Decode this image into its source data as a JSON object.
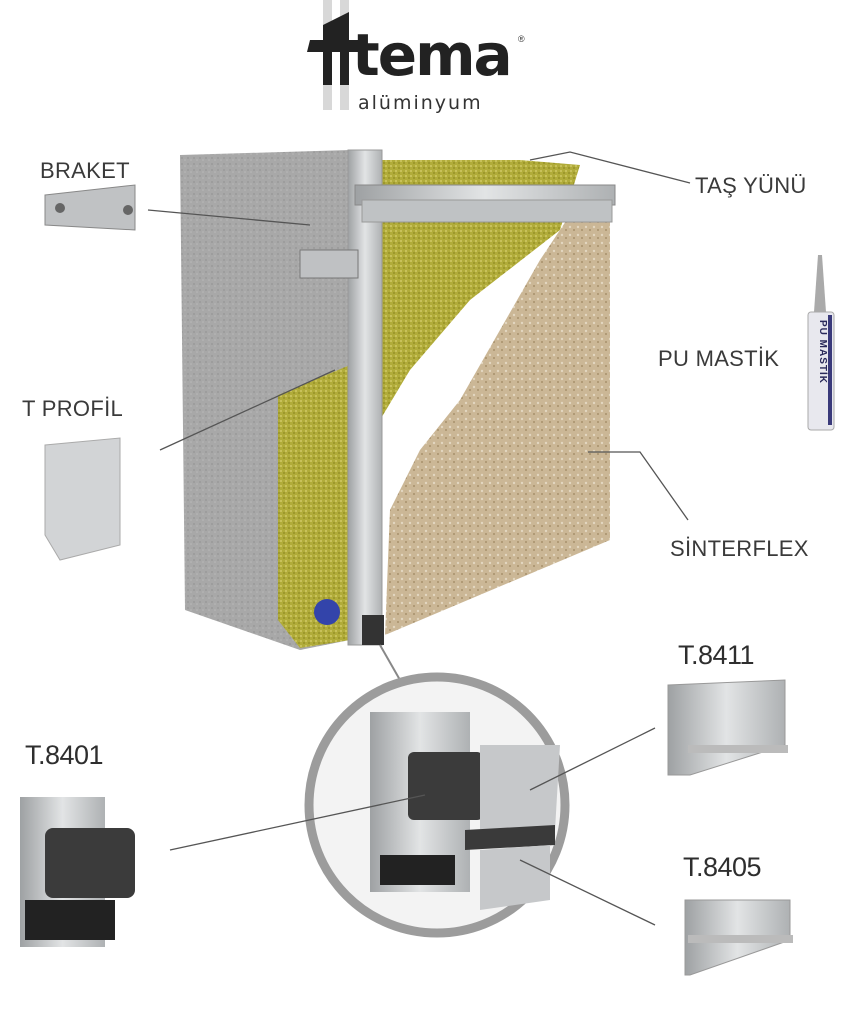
{
  "logo": {
    "brand": "tema",
    "subtitle": "alüminyum",
    "registered": "®"
  },
  "labels": {
    "braket": "BRAKET",
    "tas_yunu": "TAŞ YÜNÜ",
    "pu_mastik": "PU MASTİK",
    "t_profil": "T PROFİL",
    "sinterflex": "SİNTERFLEX"
  },
  "products": {
    "t8411": "T.8411",
    "t8401": "T.8401",
    "t8405": "T.8405"
  },
  "cartridge_text": "PU MASTİK",
  "colors": {
    "concrete": "#a9a9a9",
    "wool": "#b5b13a",
    "stone": "#c9b493",
    "aluminium": "#c8cacb",
    "gasket": "#3a3a3a"
  }
}
